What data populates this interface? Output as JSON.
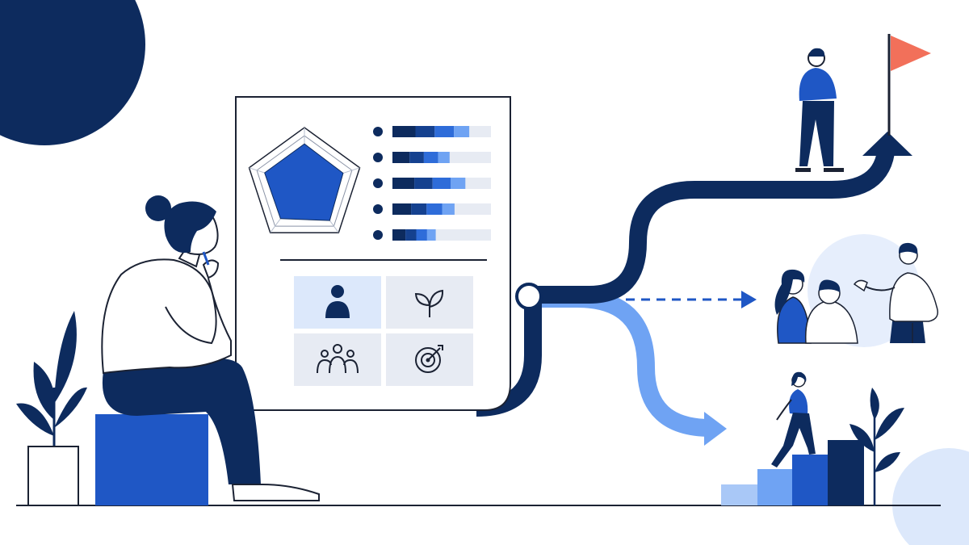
{
  "colors": {
    "navy": "#0d2b5e",
    "blue": "#1f57c5",
    "mid_blue": "#2e6cd9",
    "light_blue": "#6fa3f3",
    "pale_blue": "#dce8fb",
    "pale_gray": "#e7ebf3",
    "flag": "#f2705a",
    "ink": "#1b2233",
    "white": "#ffffff"
  },
  "skill_bars": [
    {
      "level": 0.78
    },
    {
      "level": 0.58
    },
    {
      "level": 0.74
    },
    {
      "level": 0.63
    },
    {
      "level": 0.44
    }
  ],
  "radar_values": [
    0.72,
    0.7,
    0.74,
    0.7,
    0.72
  ],
  "icons": [
    "person-icon",
    "sprout-icon",
    "group-icon",
    "target-icon"
  ]
}
